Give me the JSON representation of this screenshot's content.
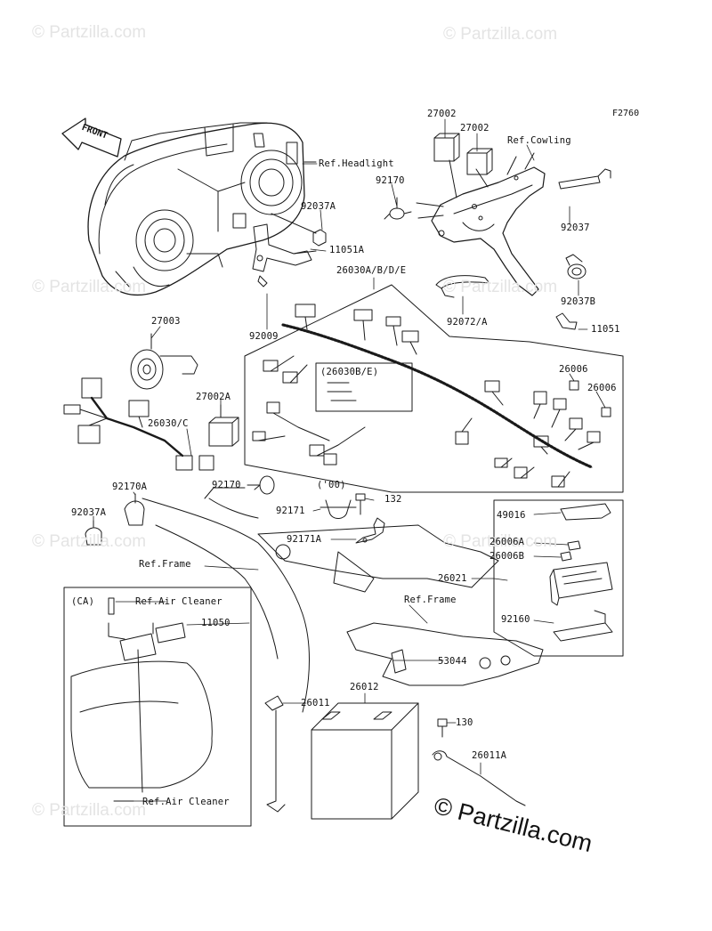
{
  "figure_code": "F2760",
  "front_label": "FRONT",
  "watermark": "© Partzilla.com",
  "brand_text": "© Partzilla.com",
  "colors": {
    "line": "#1a1a1a",
    "watermark": "#e4e4e4"
  },
  "labels": {
    "p27002_a": "27002",
    "p27002_b": "27002",
    "ref_cowling": "Ref.Cowling",
    "ref_headlight": "Ref.Headlight",
    "p92170_top": "92170",
    "p92037A_top": "92037A",
    "p11051A": "11051A",
    "p92037": "92037",
    "p26030ABDE": "26030A/B/D/E",
    "p92037B": "92037B",
    "p92072A": "92072/A",
    "p11051": "11051",
    "p27003": "27003",
    "p92009": "92009",
    "p26030BE": "(26030B/E)",
    "p26006_a": "26006",
    "p26006_b": "26006",
    "p27002A": "27002A",
    "p26030C": "26030/C",
    "p92170A": "92170A",
    "p92170_mid": "92170",
    "p00": "('00)",
    "p132": "132",
    "p92171": "92171",
    "p92037A_left": "92037A",
    "p49016": "49016",
    "p92171A": "92171A",
    "p26006A": "26006A",
    "p26006B": "26006B",
    "ref_frame_left": "Ref.Frame",
    "p26021": "26021",
    "ref_frame_right": "Ref.Frame",
    "ca": "(CA)",
    "ref_air_cleaner_top": "Ref.Air Cleaner",
    "p11050": "11050",
    "p92160": "92160",
    "p53044": "53044",
    "p26012": "26012",
    "p26011": "26011",
    "p130": "130",
    "p26011A": "26011A",
    "ref_air_cleaner_bottom": "Ref.Air Cleaner"
  }
}
